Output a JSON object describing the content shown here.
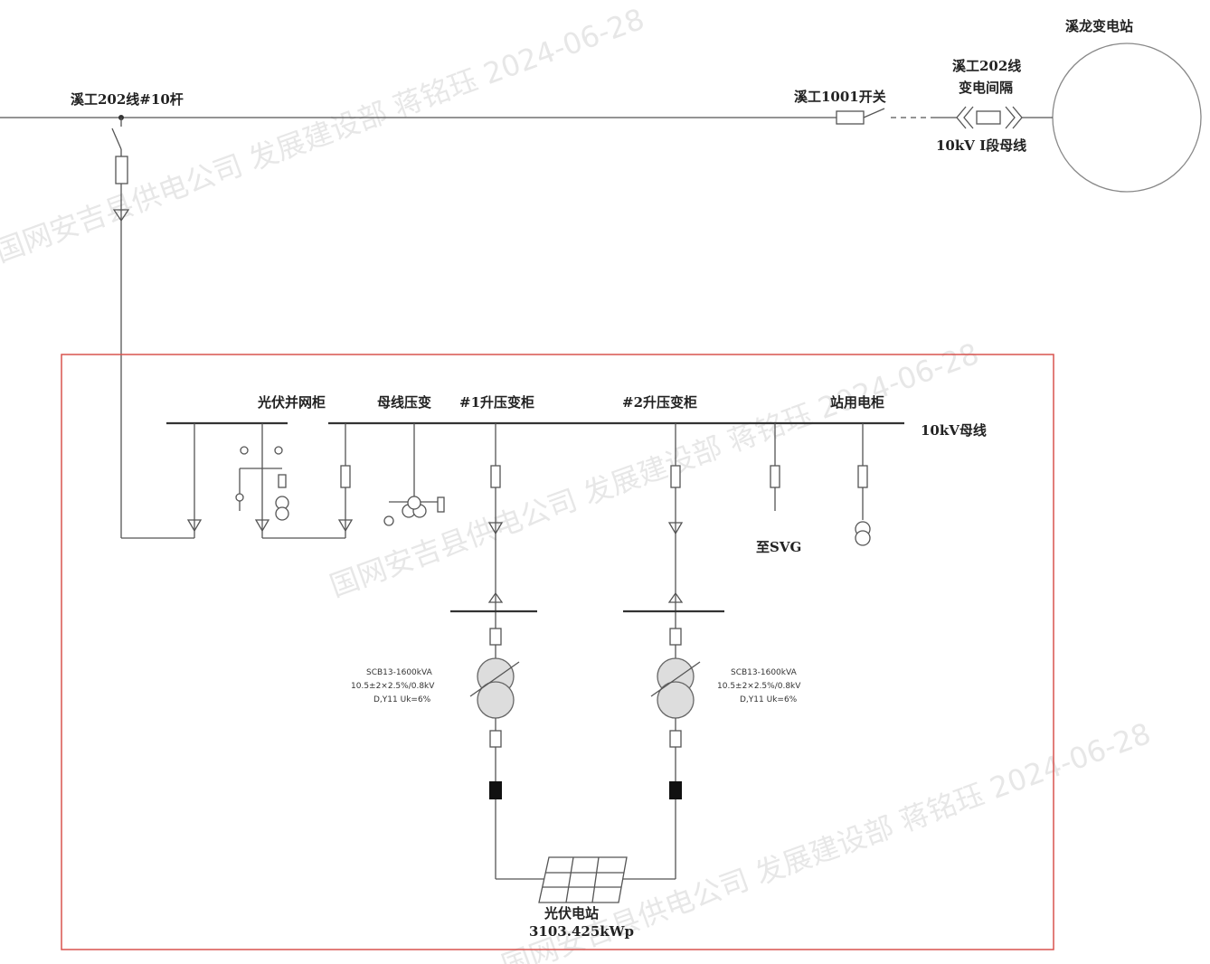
{
  "substation": {
    "name": "溪龙变电站"
  },
  "incoming": {
    "bay_line1": "溪工202线",
    "bay_line2": "变电间隔",
    "bus_label": "10kV Ⅰ段母线",
    "switch_label": "溪工1001开关",
    "pole_label": "溪工202线#10杆"
  },
  "station": {
    "bus_label": "10kV母线",
    "cabinets": [
      "光伏并网柜",
      "母线压变",
      "#1升压变柜",
      "#2升压变柜",
      "站用电柜"
    ],
    "svg_label": "至SVG",
    "transformers": [
      {
        "model": "SCB13-1600kVA",
        "ratio": "10.5±2×2.5%/0.8kV",
        "vector": "D,Y11 Uk=6%"
      },
      {
        "model": "SCB13-1600kVA",
        "ratio": "10.5±2×2.5%/0.8kV",
        "vector": "D,Y11 Uk=6%"
      }
    ],
    "pv_name": "光伏电站",
    "pv_capacity": "3103.425kWp"
  },
  "watermark": "国网安吉县供电公司 发展建设部 蒋铭珏 2024-06-28",
  "colors": {
    "boundary": "#d9534f",
    "line": "#555555"
  }
}
